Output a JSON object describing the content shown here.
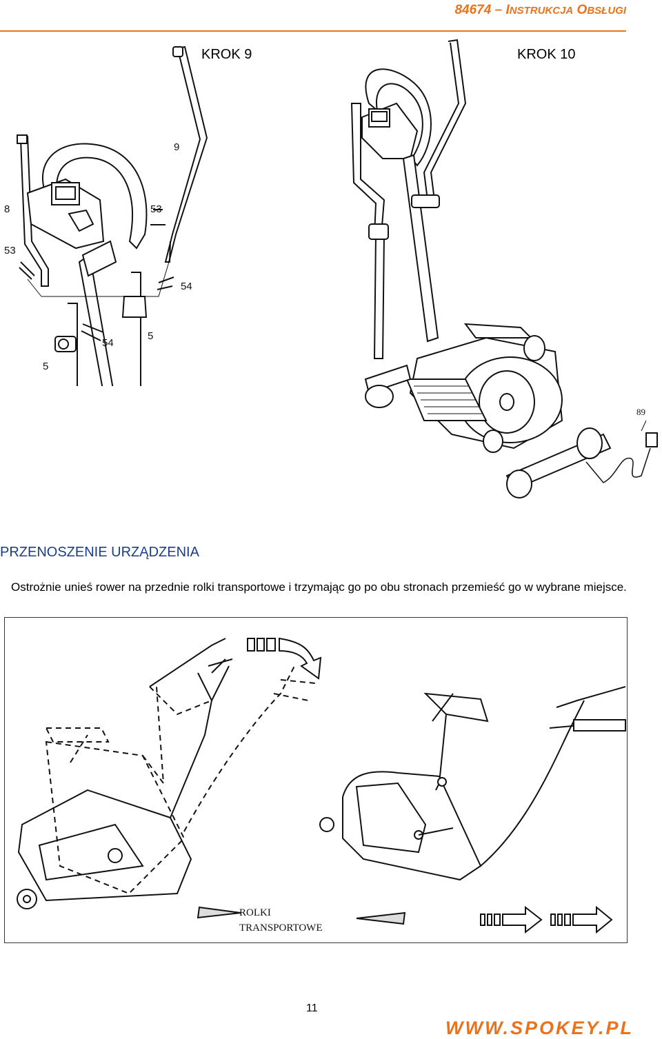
{
  "header": {
    "code": "84674",
    "dash": "–",
    "title_part1_first": "I",
    "title_part1_rest": "NSTRUKCJA",
    "title_part2_first": "O",
    "title_part2_rest": "BSŁUGI"
  },
  "steps": {
    "step9": "KROK 9",
    "step10": "KROK 10"
  },
  "callouts": {
    "c9": "9",
    "c8": "8",
    "c53a": "53",
    "c53b": "53",
    "c54a": "54",
    "c54b": "54",
    "c5a": "5",
    "c5b": "5",
    "c89": "89"
  },
  "section": {
    "title": "PRZENOSZENIE URZĄDZENIA",
    "text": "Ostrożnie unieś rower na przednie rolki transportowe i trzymając go po obu stronach przemieść go w wybrane miejsce."
  },
  "figure": {
    "label_line1": "ROLKI",
    "label_line2": "TRANSPORTOWE"
  },
  "footer": {
    "page_number": "11",
    "brand": "WWW.SPOKEY.PL"
  },
  "colors": {
    "accent": "#e8731c",
    "heading": "#173d8c"
  }
}
